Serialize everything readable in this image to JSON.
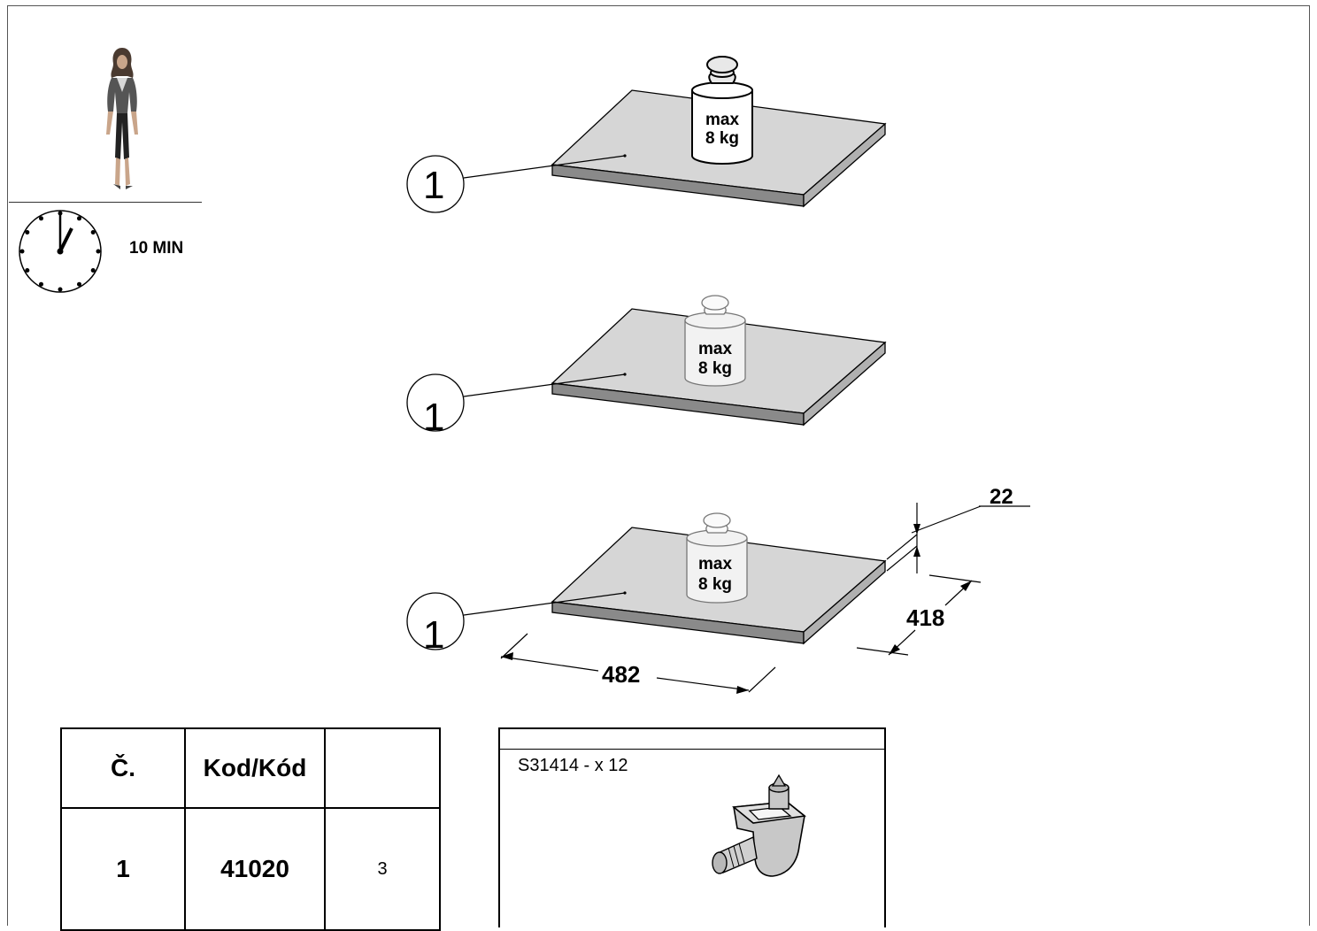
{
  "time": {
    "label": "10 MIN"
  },
  "shelves": [
    {
      "callout": "1",
      "weight_line1": "max",
      "weight_line2": "8 kg"
    },
    {
      "callout": "1",
      "weight_line1": "max",
      "weight_line2": "8 kg"
    },
    {
      "callout": "1",
      "weight_line1": "max",
      "weight_line2": "8 kg"
    }
  ],
  "dimensions": {
    "thickness": "22",
    "depth": "418",
    "width": "482"
  },
  "parts_table": {
    "headers": [
      "Č.",
      "Kod/Kód",
      ""
    ],
    "rows": [
      {
        "no": "1",
        "code": "41020",
        "qty": "3"
      }
    ]
  },
  "hardware": {
    "label": "S31414  - x 12"
  },
  "icons": [
    "person-icon",
    "clock-icon",
    "shelf-pin-icon",
    "weight-icon"
  ]
}
